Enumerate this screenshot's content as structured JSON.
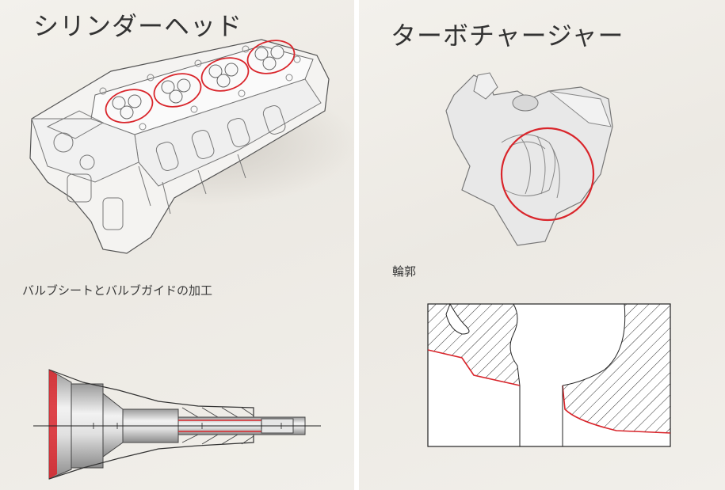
{
  "left_panel": {
    "title": "シリンダーヘッド",
    "caption": "バルブシートとバルブガイドの加工"
  },
  "right_panel": {
    "title": "ターボチャージャー",
    "caption": "輪郭"
  },
  "colors": {
    "highlight": "#d9252b",
    "line": "#333333",
    "background": "#efede8"
  },
  "icons": [
    "cylinder-head-illustration",
    "valve-tool-diagram",
    "turbocharger-housing-illustration",
    "contour-section-diagram"
  ]
}
